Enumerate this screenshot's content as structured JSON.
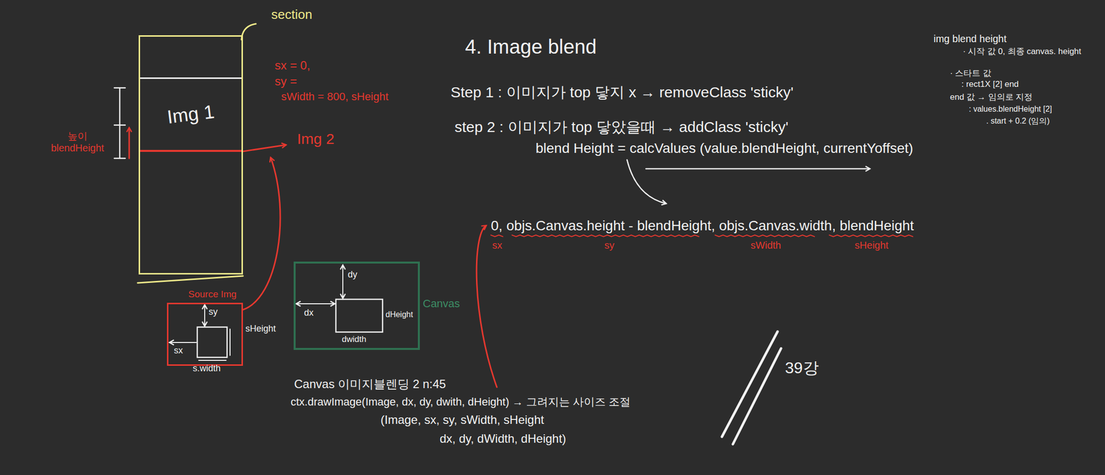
{
  "diagram": {
    "title": "4. Image blend",
    "nodes": [
      {
        "text": [
          "section"
        ]
      },
      {
        "text": [
          "Img 1"
        ],
        "in": 0
      },
      {
        "text": [
          "Source Img"
        ]
      },
      {
        "text": [
          "Canvas"
        ]
      }
    ],
    "labels": [
      "sx = 0,",
      "sy =",
      "sWidth = 800, sHeight",
      "Img 2",
      "높이 blendHeight",
      "sy",
      "sx",
      "sHeight",
      "s.width",
      "dy",
      "dx",
      "dHeight",
      "dwidth",
      "Step 1 : 이미지가 top 닿지 x → removeClass 'sticky'",
      "step 2 : 이미지가 top 닿았을때 → addClass 'sticky'",
      "blend Height = calcValues (value.blendHeight, currentYoffset)",
      "0, objs.Canvas.height - blendHeight, objs.Canvas.width, blendHeight",
      "sx",
      "sy",
      "sWidth",
      "sHeight",
      "Canvas 이미지블렌딩 2 n:45",
      "ctx.drawImage(Image, dx, dy, dwith, dHeight) → 그려지는 사이즈 조절",
      "(Image, sx, sy, sWidth, sHeight",
      "dx, dy, dWidth, dHeight)",
      "img blend height",
      "· 시작 값 0, 최종 canvas. height",
      "· 스타트 값",
      ": rect1X [2] end",
      "end 값 → 임의로 지정",
      ": values.blendHeight [2]",
      ". start + 0.2 (임의)",
      "39강"
    ]
  }
}
